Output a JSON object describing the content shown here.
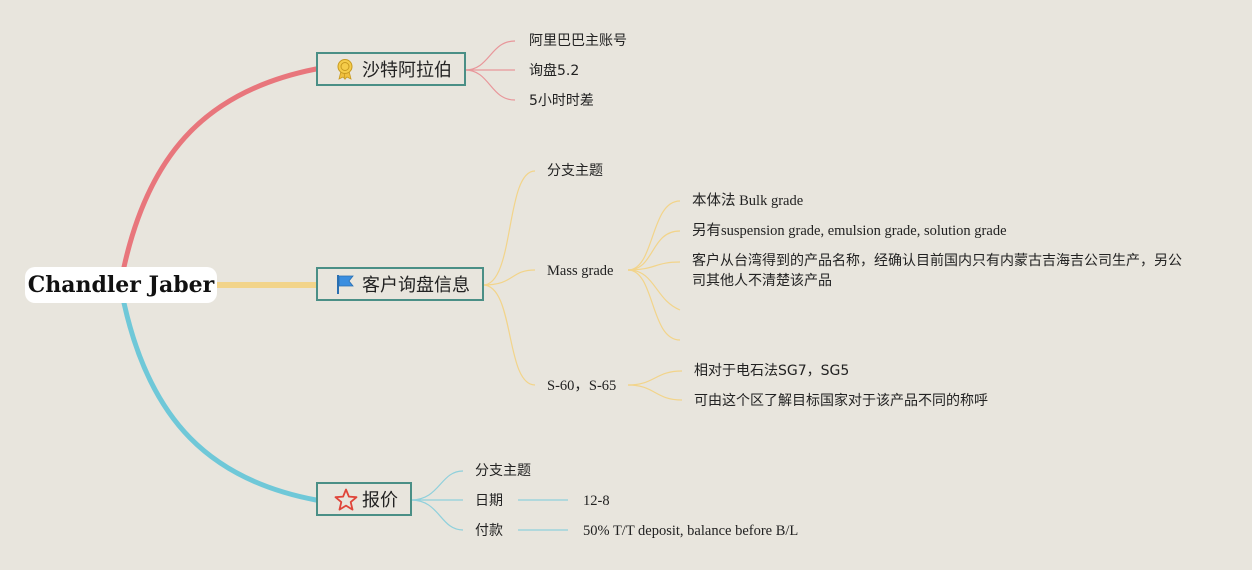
{
  "root": {
    "label": "Chandler Jaber"
  },
  "branches": [
    {
      "label": "沙特阿拉伯",
      "icon": "award-ribbon-icon",
      "color": "#e8767c",
      "children": [
        "阿里巴巴主账号",
        "询盘5.2",
        "5小时时差"
      ]
    },
    {
      "label": "客户询盘信息",
      "icon": "blue-flag-icon",
      "color": "#f2d48a",
      "children": [
        {
          "label": "分支主题"
        },
        {
          "label": "Mass grade",
          "children": [
            "本体法 Bulk grade",
            "另有suspension grade, emulsion grade, solution grade",
            "客户从台湾得到的产品名称，经确认目前国内只有内蒙古吉海吉公司生产，另公司其他人不清楚该产品"
          ]
        },
        {
          "label": "S-60，S-65",
          "children": [
            "相对于电石法SG7，SG5",
            "可由这个区了解目标国家对于该产品不同的称呼"
          ]
        }
      ]
    },
    {
      "label": "报价",
      "icon": "red-star-icon",
      "color": "#6fc8d8",
      "children": [
        {
          "label": "分支主题"
        },
        {
          "label": "日期",
          "value": "12-8"
        },
        {
          "label": "付款",
          "value": "50% T/T deposit, balance before B/L"
        }
      ]
    }
  ]
}
